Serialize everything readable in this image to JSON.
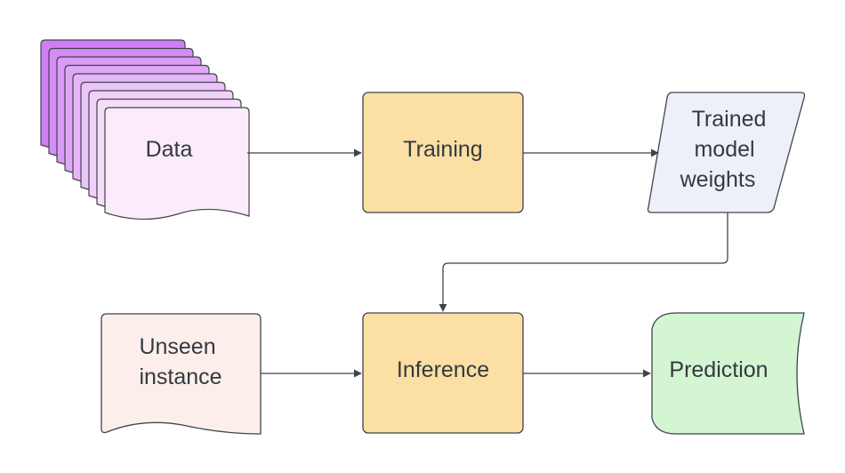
{
  "nodes": {
    "data": {
      "label": "Data"
    },
    "training": {
      "label": "Training"
    },
    "weights": {
      "lines": [
        "Trained",
        "model",
        "weights"
      ]
    },
    "unseen": {
      "lines": [
        "Unseen",
        "instance"
      ]
    },
    "inference": {
      "label": "Inference"
    },
    "prediction": {
      "label": "Prediction"
    }
  },
  "colors": {
    "stack_front": "#fcecfb",
    "stack_back": "#cf7ef6",
    "process": "#fbdfa4",
    "data_output": "#eef0f9",
    "unseen_fill": "#fcefeb",
    "prediction_fill": "#d3f5d2",
    "stroke": "#3f454b"
  }
}
